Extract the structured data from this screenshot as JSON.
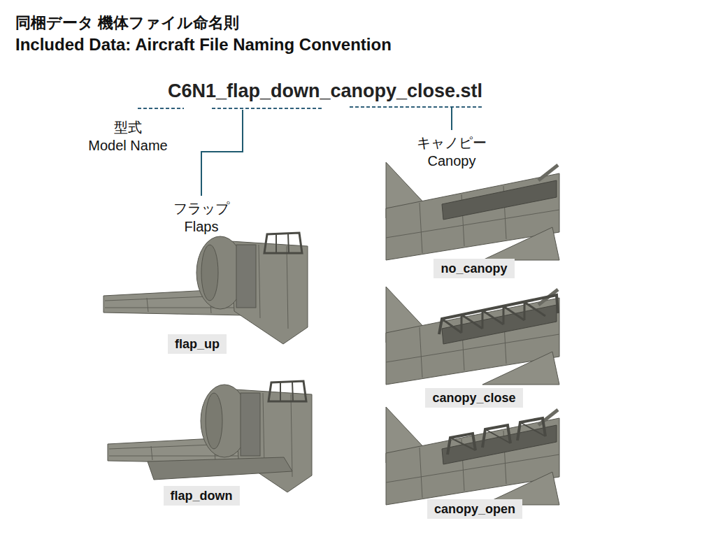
{
  "diagram": {
    "title": "同梱データ 機体ファイル命名則",
    "nodes": [
      {
        "text": [
          "no_canopy"
        ]
      },
      {
        "text": [
          "flap_up"
        ]
      },
      {
        "text": [
          "canopy_close"
        ]
      },
      {
        "text": [
          "flap_down"
        ]
      },
      {
        "text": [
          "canopy_open"
        ]
      }
    ],
    "labels": [
      "Included Data: Aircraft File Naming Convention",
      "C6N1_flap_down_canopy_close.stl",
      "型式",
      "Model Name",
      "キャノピー",
      "Canopy",
      "フラップ",
      "Flaps"
    ]
  }
}
